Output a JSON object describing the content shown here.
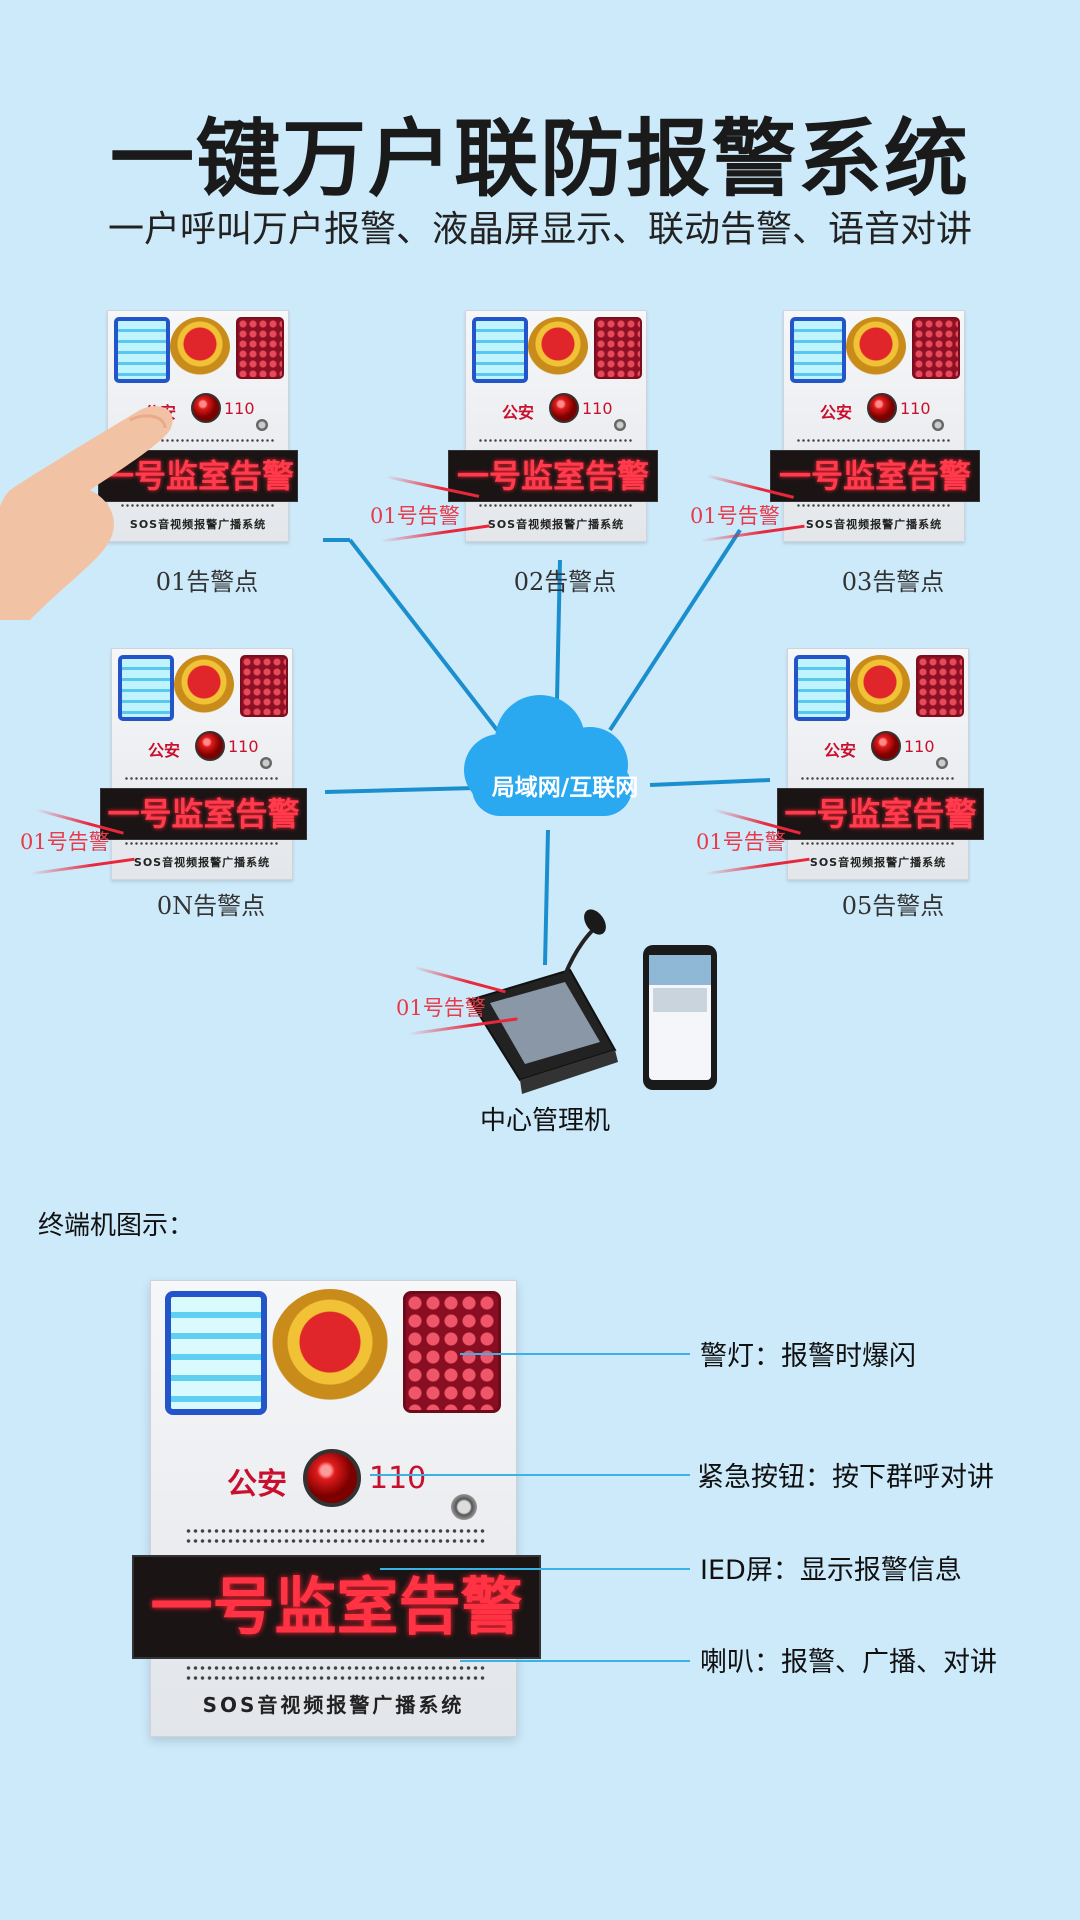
{
  "header": {
    "title": "一键万户联防报警系统",
    "subtitle": "一户呼叫万户报警、液晶屏显示、联动告警、语音对讲"
  },
  "device": {
    "police_text": "公安",
    "number": "110",
    "led_text": "一号监室告警",
    "brand_text": "SOS音视频报警广播系统"
  },
  "network": {
    "cloud_label": "局域网/互联网"
  },
  "nodes": [
    {
      "label": "01告警点"
    },
    {
      "label": "02告警点"
    },
    {
      "label": "03告警点"
    },
    {
      "label": "0N告警点"
    },
    {
      "label": "05告警点"
    }
  ],
  "alert_label": "01号告警",
  "center": {
    "label": "中心管理机"
  },
  "terminal": {
    "section_label": "终端机图示：",
    "callouts": [
      {
        "text": "警灯：报警时爆闪"
      },
      {
        "text": "紧急按钮：按下群呼对讲"
      },
      {
        "text": "IED屏：显示报警信息"
      },
      {
        "text": "喇叭：报警、广播、对讲"
      }
    ]
  },
  "colors": {
    "background": "#cdeafb",
    "network_line": "#1b8fce",
    "cloud": "#2aa8f0",
    "led_text": "#ff3344",
    "police_red": "#c8102e"
  }
}
